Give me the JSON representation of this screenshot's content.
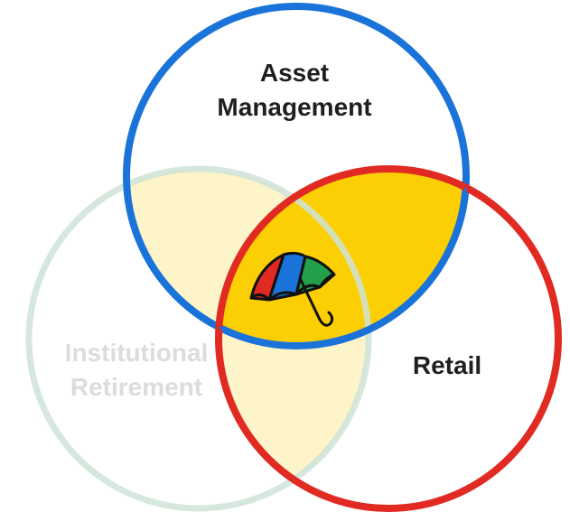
{
  "diagram": {
    "circles": [
      {
        "id": "asset-management",
        "label_lines": [
          "Asset",
          "Management"
        ],
        "stroke": "#1a73d9",
        "label_color": "#1f1f1f",
        "emphasis": "active"
      },
      {
        "id": "retail",
        "label_lines": [
          "Retail"
        ],
        "stroke": "#e02a22",
        "label_color": "#1f1f1f",
        "emphasis": "active"
      },
      {
        "id": "institutional-retirement",
        "label_lines": [
          "Institutional",
          "Retirement"
        ],
        "stroke": "#cfe3d8",
        "label_color": "#dcdcdc",
        "emphasis": "faded"
      }
    ],
    "overlap_fill_light": "#fdf0b8",
    "overlap_fill_center": "#fccf05",
    "center_icon": "umbrella-icon"
  }
}
